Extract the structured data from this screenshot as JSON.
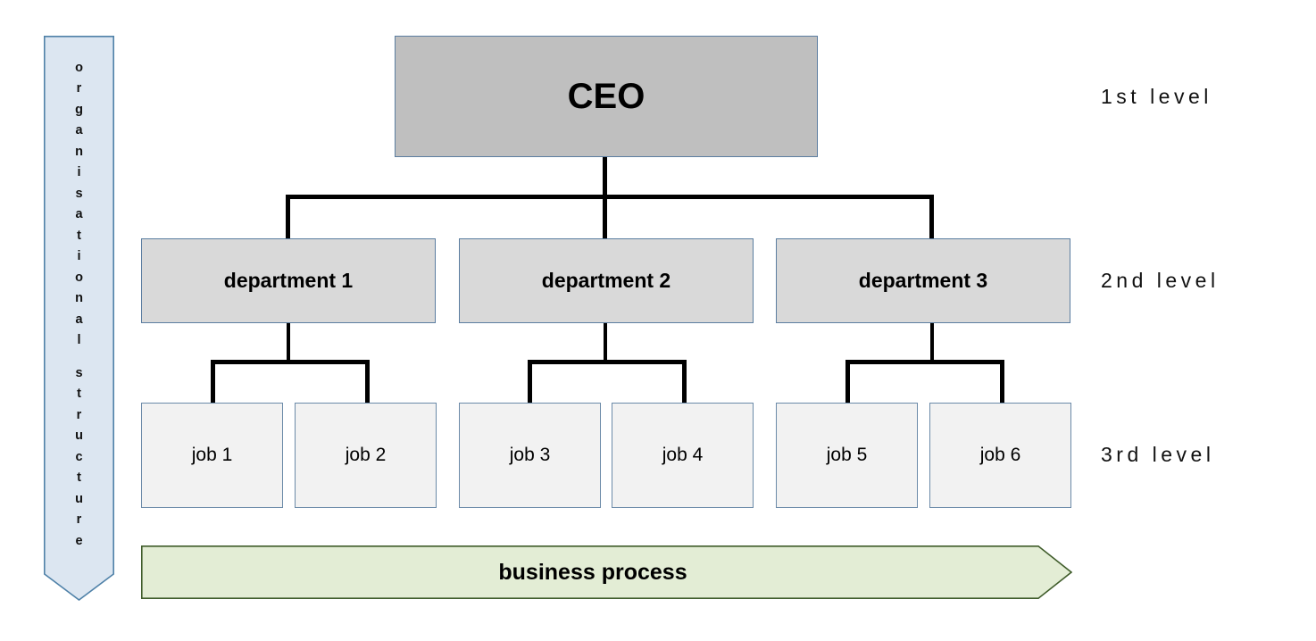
{
  "diagram": {
    "side_arrow": {
      "text": "organisational structure",
      "word1": "organisational",
      "word2": "structure",
      "fill": "#dce6f1",
      "stroke": "#4f81a8"
    },
    "root": {
      "label": "CEO",
      "fill": "#bfbfbf",
      "stroke": "#5b7da0"
    },
    "departments": [
      {
        "label": "department 1"
      },
      {
        "label": "department 2"
      },
      {
        "label": "department 3"
      }
    ],
    "department_style": {
      "fill": "#d9d9d9",
      "stroke": "#5b7da0"
    },
    "jobs": [
      {
        "label": "job 1"
      },
      {
        "label": "job 2"
      },
      {
        "label": "job 3"
      },
      {
        "label": "job 4"
      },
      {
        "label": "job 5"
      },
      {
        "label": "job 6"
      }
    ],
    "job_style": {
      "fill": "#f2f2f2",
      "stroke": "#6b8aa8"
    },
    "levels": [
      {
        "label": "1st level"
      },
      {
        "label": "2nd level"
      },
      {
        "label": "3rd level"
      }
    ],
    "process_arrow": {
      "label": "business process",
      "fill": "#e3edd5",
      "stroke": "#3f5c2a"
    },
    "connector_color": "#000000"
  }
}
